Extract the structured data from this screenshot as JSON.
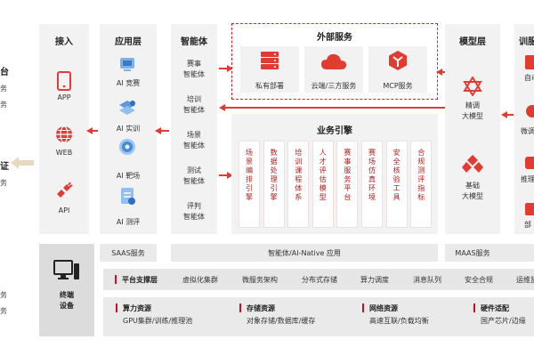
{
  "colors": {
    "accent": "#e03c31",
    "accent_dark": "#b01c1c",
    "panel": "#f2f2f2",
    "dashed": "#d9252a"
  },
  "left_edge": {
    "chars": [
      "台",
      "务",
      "务",
      "证",
      "务",
      "务",
      "务"
    ]
  },
  "columns": {
    "access": {
      "title": "接入",
      "items": [
        "APP",
        "WEB",
        "API"
      ]
    },
    "app_layer": {
      "title": "应用层",
      "items": [
        "AI 竞赛",
        "AI 实训",
        "AI 靶场",
        "AI 测评"
      ]
    },
    "agent": {
      "title": "智能体",
      "items": [
        "赛事\n智能体",
        "培训\n智能体",
        "场景\n智能体",
        "测试\n智能体",
        "评判\n智能体"
      ]
    },
    "external": {
      "title": "外部服务",
      "items": [
        "私有部署",
        "云端/三方服务",
        "MCP服务"
      ]
    },
    "engine": {
      "title": "业务引擎",
      "items": [
        "场景编排引擎",
        "数据处理引擎",
        "培训课程体系",
        "人才评估模型",
        "赛事服务平台",
        "赛场仿真环境",
        "安全核验工具",
        "合规测评指标"
      ]
    },
    "model": {
      "title": "模型层",
      "items": [
        "精调\n大模型",
        "基础\n大模型"
      ]
    },
    "right_cut": {
      "title": "训服",
      "items": [
        "自动",
        "微调",
        "推理",
        "部"
      ]
    }
  },
  "bands": {
    "saas": "SAAS服务",
    "native": "智能体/AI-Native 应用",
    "maas": "MAAS服务"
  },
  "terminal": {
    "label": "终端\n设备"
  },
  "platform": {
    "title": "平台支撑层",
    "items": [
      "虚拟化集群",
      "微服务架构",
      "分布式存储",
      "算力调度",
      "消息队列",
      "安全合规",
      "运维监"
    ]
  },
  "resources": [
    {
      "title": "算力资源",
      "desc": "GPU集群/训练/推理池"
    },
    {
      "title": "存储资源",
      "desc": "对象存储/数据库/缓存"
    },
    {
      "title": "网络资源",
      "desc": "高速互联/负载均衡"
    },
    {
      "title": "硬件适配",
      "desc": "国产芯片/边缘"
    }
  ]
}
